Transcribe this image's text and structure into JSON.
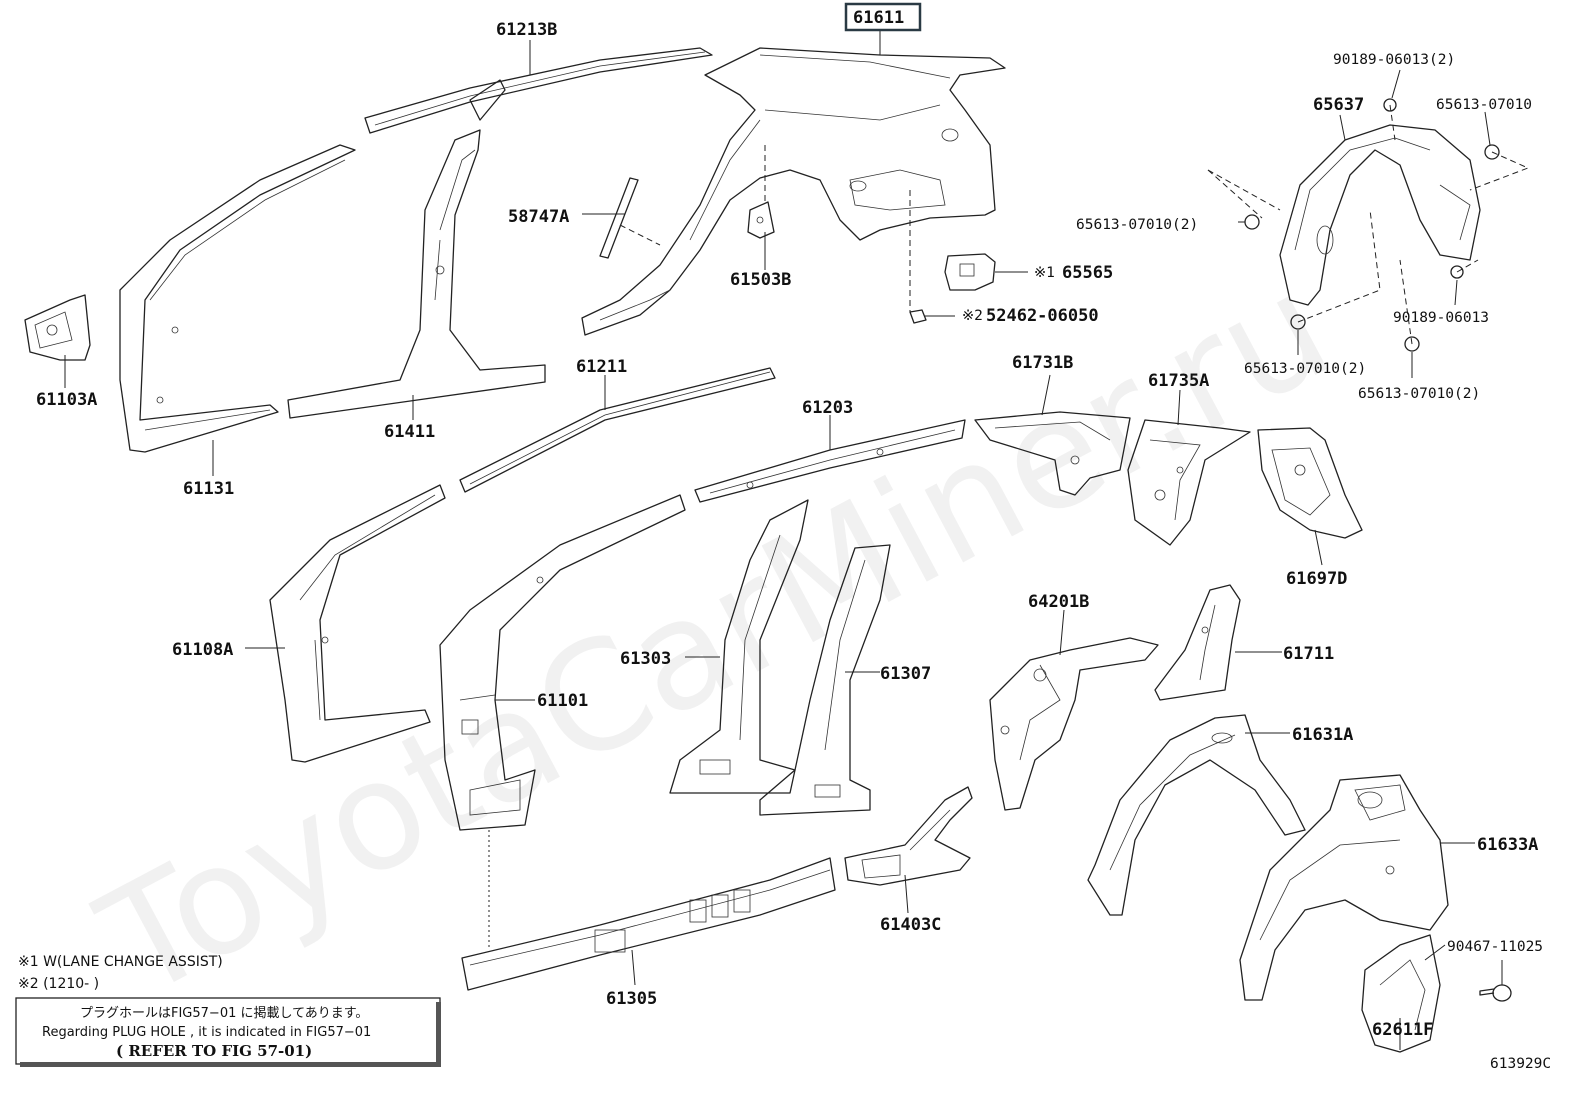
{
  "diagram": {
    "figure_code": "613929C",
    "watermark": "ToyotaCarMiner.ru",
    "highlighted_part": "61611",
    "parts": [
      "61213B",
      "61611",
      "58747A",
      "61503B",
      "65565",
      "52462-06050",
      "61103A",
      "61131",
      "61411",
      "61211",
      "61203",
      "61731B",
      "61735A",
      "61697D",
      "61108A",
      "61101",
      "61303",
      "61307",
      "64201B",
      "61711",
      "61631A",
      "61633A",
      "61305",
      "61403C",
      "62611F",
      "90467-11025",
      "65637",
      "90189-06013(2)",
      "65613-07010",
      "65613-07010(2)",
      "90189-06013",
      "65613-07010(2)",
      "65613-07010(2)"
    ],
    "markers": {
      "m1": "※1",
      "m2": "※2"
    },
    "notes": {
      "n1": "※1 W(LANE CHANGE ASSIST)",
      "n2": "※2 (1210-      )"
    },
    "reference_box": {
      "line_jp": "プラグホールはFIG57−01 に掲載してあります。",
      "line_en": "Regarding PLUG HOLE , it is indicated in FIG57−01",
      "line_ref": "( REFER TO FIG 57-01)"
    }
  }
}
